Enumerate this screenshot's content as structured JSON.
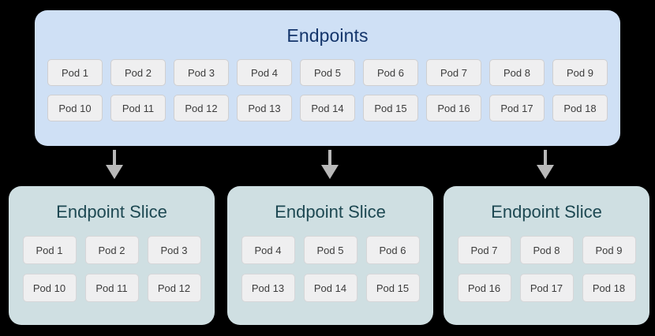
{
  "colors": {
    "page_background": "#000000",
    "endpoints_panel": "#cfe0f5",
    "endpoints_title": "#14356b",
    "slice_panel": "#cfdfe2",
    "slice_title": "#1d4852",
    "pod_chip": "#efeff0",
    "pod_chip_border": "#cfcfd1",
    "pod_label": "#3c3c3c",
    "arrow": "#b9b9b9"
  },
  "endpoints": {
    "title": "Endpoints",
    "rows": [
      [
        "Pod 1",
        "Pod 2",
        "Pod 3",
        "Pod 4",
        "Pod 5",
        "Pod 6",
        "Pod 7",
        "Pod 8",
        "Pod 9"
      ],
      [
        "Pod 10",
        "Pod 11",
        "Pod 12",
        "Pod 13",
        "Pod 14",
        "Pod 15",
        "Pod 16",
        "Pod 17",
        "Pod 18"
      ]
    ]
  },
  "arrows": [
    {
      "name": "arrow-to-slice-1"
    },
    {
      "name": "arrow-to-slice-2"
    },
    {
      "name": "arrow-to-slice-3"
    }
  ],
  "slices": [
    {
      "title": "Endpoint Slice",
      "rows": [
        [
          "Pod 1",
          "Pod 2",
          "Pod 3"
        ],
        [
          "Pod 10",
          "Pod 11",
          "Pod 12"
        ]
      ]
    },
    {
      "title": "Endpoint Slice",
      "rows": [
        [
          "Pod 4",
          "Pod 5",
          "Pod 6"
        ],
        [
          "Pod 13",
          "Pod 14",
          "Pod 15"
        ]
      ]
    },
    {
      "title": "Endpoint Slice",
      "rows": [
        [
          "Pod 7",
          "Pod 8",
          "Pod 9"
        ],
        [
          "Pod 16",
          "Pod 17",
          "Pod 18"
        ]
      ]
    }
  ]
}
